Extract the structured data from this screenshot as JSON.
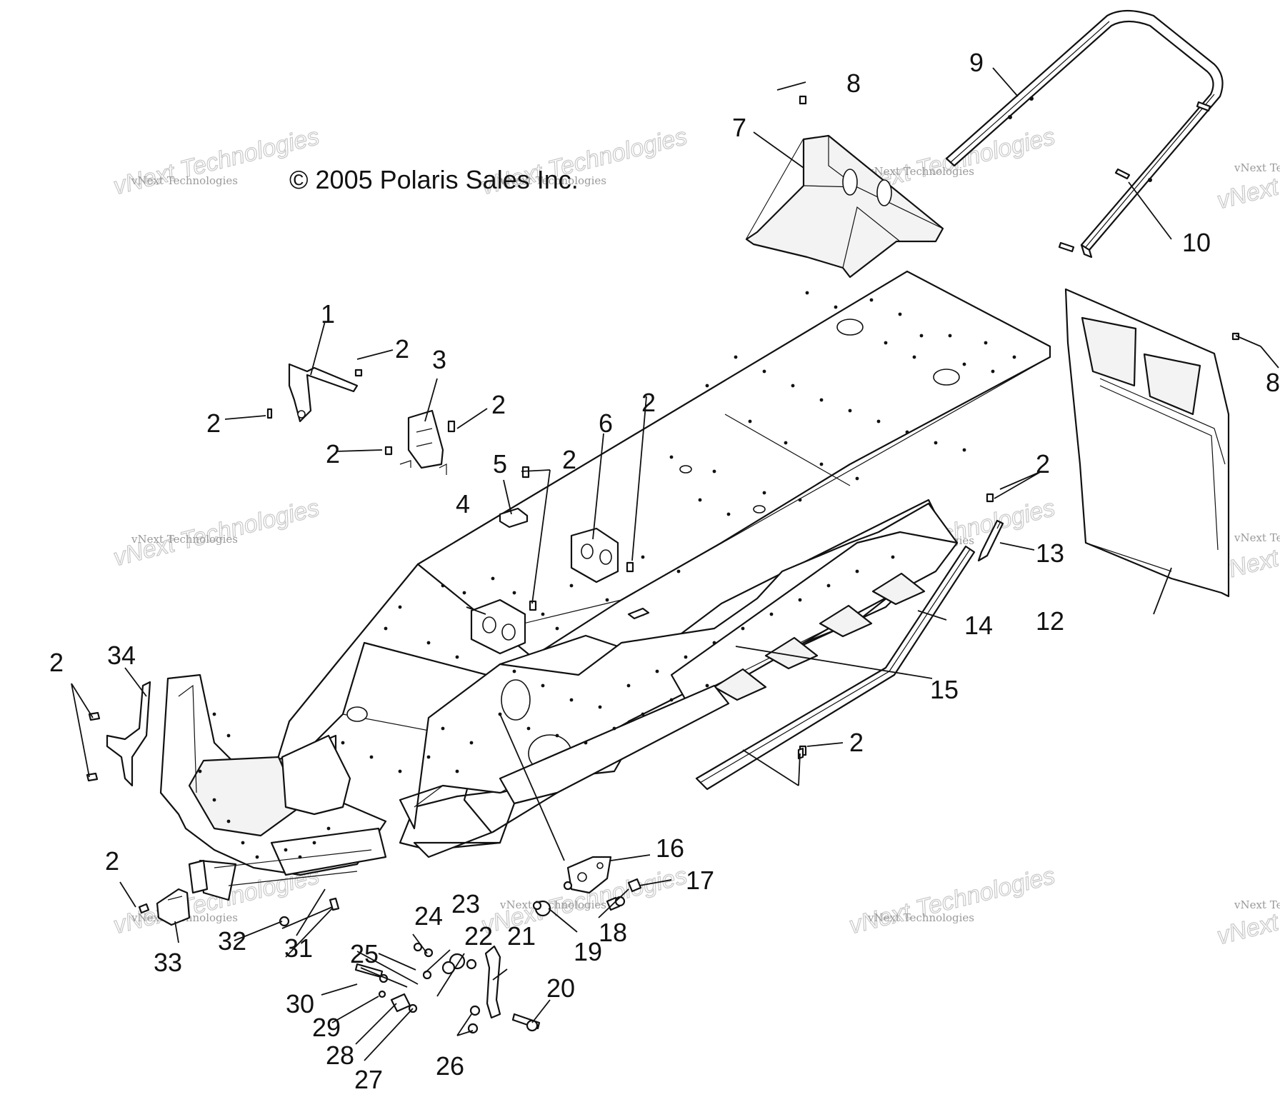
{
  "copyright": "© 2005 Polaris Sales Inc.",
  "watermark": {
    "small": "vNext Technologies",
    "large": "vNext Technologies"
  },
  "callouts": [
    {
      "id": "1",
      "text": "1"
    },
    {
      "id": "2a",
      "text": "2"
    },
    {
      "id": "2b",
      "text": "2"
    },
    {
      "id": "2c",
      "text": "2"
    },
    {
      "id": "2d",
      "text": "2"
    },
    {
      "id": "2e",
      "text": "2"
    },
    {
      "id": "2f",
      "text": "2"
    },
    {
      "id": "2g",
      "text": "2"
    },
    {
      "id": "2h",
      "text": "2"
    },
    {
      "id": "2i",
      "text": "2"
    },
    {
      "id": "2j",
      "text": "2"
    },
    {
      "id": "3",
      "text": "3"
    },
    {
      "id": "4",
      "text": "4"
    },
    {
      "id": "5",
      "text": "5"
    },
    {
      "id": "6",
      "text": "6"
    },
    {
      "id": "7",
      "text": "7"
    },
    {
      "id": "8a",
      "text": "8"
    },
    {
      "id": "8b",
      "text": "8"
    },
    {
      "id": "9",
      "text": "9"
    },
    {
      "id": "10",
      "text": "10"
    },
    {
      "id": "12",
      "text": "12"
    },
    {
      "id": "13",
      "text": "13"
    },
    {
      "id": "14",
      "text": "14"
    },
    {
      "id": "15",
      "text": "15"
    },
    {
      "id": "16",
      "text": "16"
    },
    {
      "id": "17",
      "text": "17"
    },
    {
      "id": "18",
      "text": "18"
    },
    {
      "id": "19",
      "text": "19"
    },
    {
      "id": "20",
      "text": "20"
    },
    {
      "id": "21",
      "text": "21"
    },
    {
      "id": "22",
      "text": "22"
    },
    {
      "id": "23",
      "text": "23"
    },
    {
      "id": "24",
      "text": "24"
    },
    {
      "id": "25",
      "text": "25"
    },
    {
      "id": "26",
      "text": "26"
    },
    {
      "id": "27",
      "text": "27"
    },
    {
      "id": "28",
      "text": "28"
    },
    {
      "id": "29",
      "text": "29"
    },
    {
      "id": "30",
      "text": "30"
    },
    {
      "id": "31",
      "text": "31"
    },
    {
      "id": "32",
      "text": "32"
    },
    {
      "id": "33",
      "text": "33"
    },
    {
      "id": "34",
      "text": "34"
    }
  ]
}
